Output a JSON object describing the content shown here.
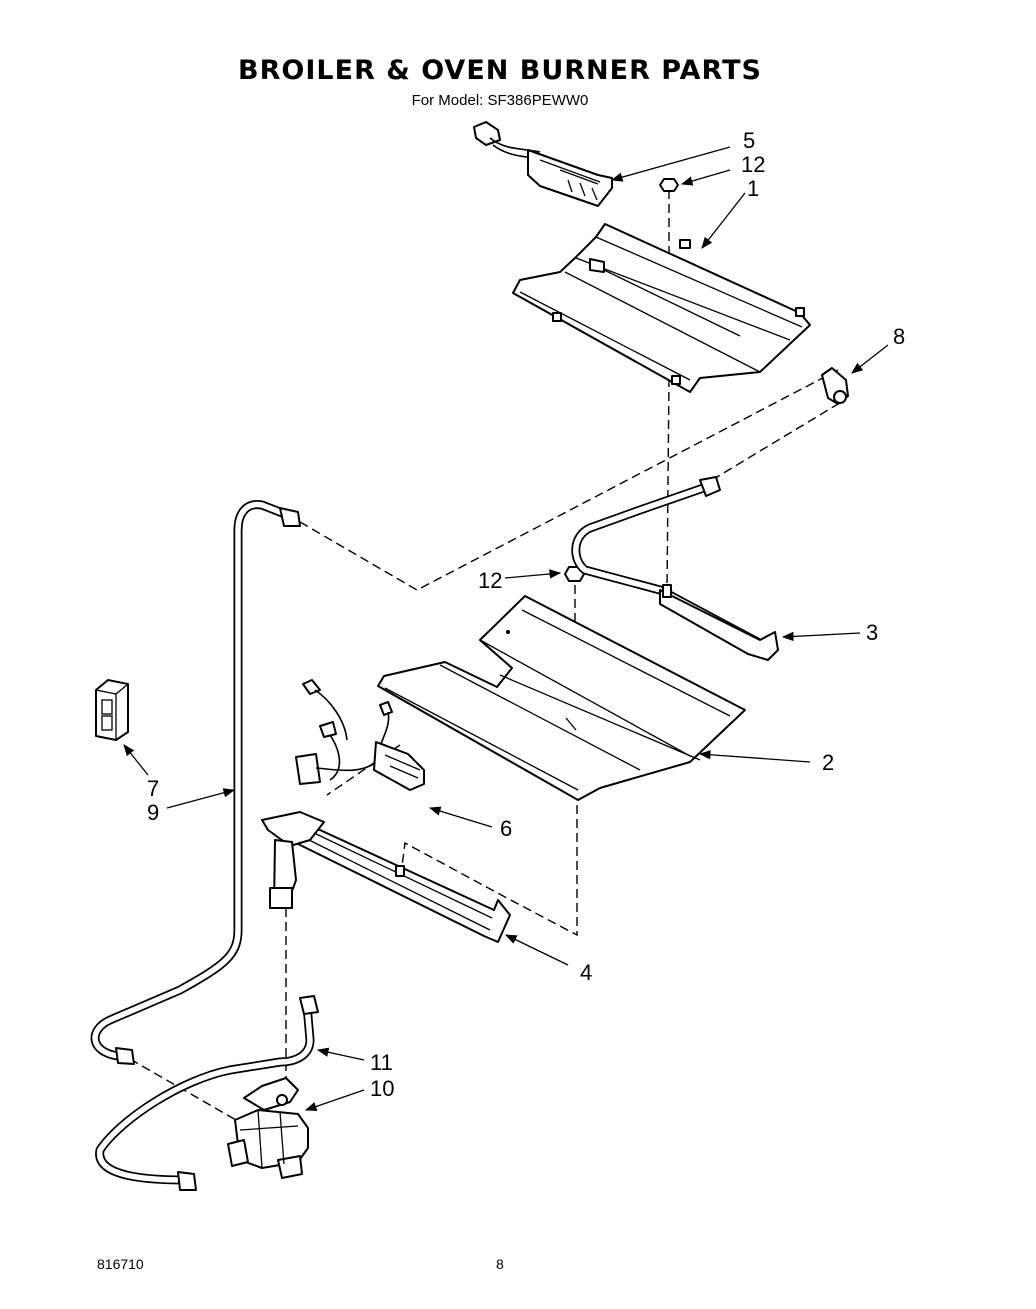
{
  "header": {
    "title": "BROILER & OVEN BURNER PARTS",
    "subtitle": "For Model: SF386PEWW0"
  },
  "callouts": [
    "5",
    "12",
    "1",
    "8",
    "12",
    "3",
    "2",
    "7",
    "9",
    "6",
    "4",
    "11",
    "10"
  ],
  "footer": {
    "doc_number": "816710",
    "page_number": "8"
  }
}
